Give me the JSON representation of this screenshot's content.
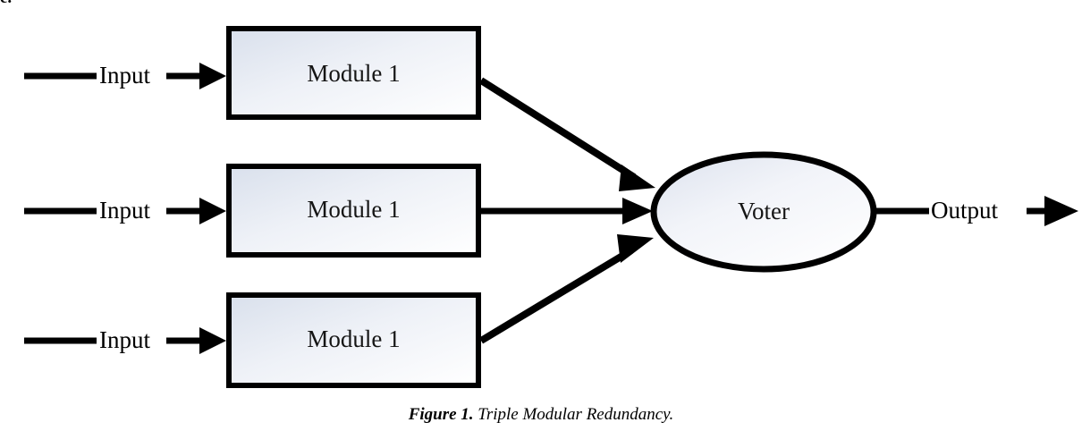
{
  "figure": {
    "artifact_text": "e.",
    "modules": [
      {
        "label": "Module 1"
      },
      {
        "label": "Module 1"
      },
      {
        "label": "Module 1"
      }
    ],
    "voter": {
      "label": "Voter"
    },
    "inputs": [
      {
        "label": "Input"
      },
      {
        "label": "Input"
      },
      {
        "label": "Input"
      }
    ],
    "output": {
      "label": "Output"
    },
    "colors": {
      "stroke": "#000000",
      "fill_start": "#dde3ee",
      "fill_end": "#ffffff",
      "text": "#151515",
      "background": "#ffffff"
    }
  },
  "caption": {
    "lead": "Figure 1.",
    "body": "Triple Modular Redundancy."
  }
}
